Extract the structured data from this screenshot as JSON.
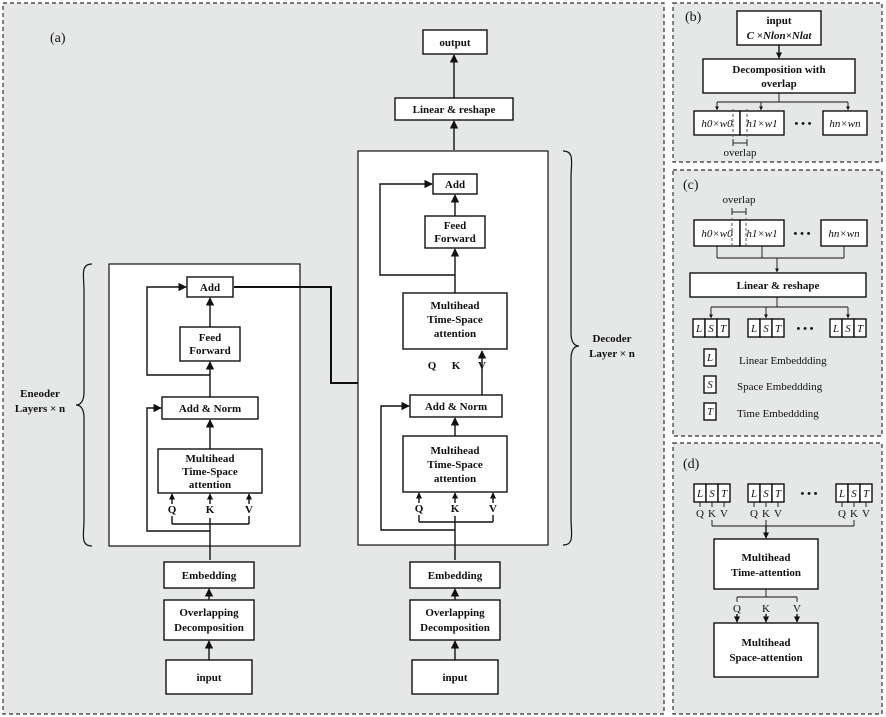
{
  "panel_a": {
    "label": "(a)",
    "output": "output",
    "linear_reshape": "Linear & reshape",
    "encoder_label_1": "Eneoder",
    "encoder_label_2": "Layers × n",
    "decoder_label_1": "Decoder",
    "decoder_label_2": "Layer × n",
    "add": "Add",
    "feed_forward_1": "Feed",
    "feed_forward_2": "Forward",
    "add_norm": "Add & Norm",
    "mh_1": "Multihead",
    "mh_2": "Time-Space",
    "mh_3": "attention",
    "q": "Q",
    "k": "K",
    "v": "V",
    "embedding": "Embedding",
    "overlap_1": "Overlapping",
    "overlap_2": "Decomposition",
    "input": "input"
  },
  "panel_b": {
    "label": "(b)",
    "input_1": "input",
    "input_2": "C ×Nlon×Nlat",
    "decomp_1": "Decomposition with",
    "decomp_2": "overlap",
    "patch_0": "h0×w0",
    "patch_1": "h1×w1",
    "patch_n": "hn×wn",
    "dots": "• • •",
    "overlap": "overlap"
  },
  "panel_c": {
    "label": "(c)",
    "overlap": "overlap",
    "patch_0": "h0×w0",
    "patch_1": "h1×w1",
    "patch_n": "hn×wn",
    "dots": "• • •",
    "linear_reshape": "Linear & reshape",
    "l": "L",
    "s": "S",
    "t": "T",
    "legend_l": "Linear Embeddding",
    "legend_s": "Space Embeddding",
    "legend_t": "Time Embeddding"
  },
  "panel_d": {
    "label": "(d)",
    "l": "L",
    "s": "S",
    "t": "T",
    "q": "Q",
    "k": "K",
    "v": "V",
    "dots": "• • •",
    "time_1": "Multihead",
    "time_2": "Time-attention",
    "space_1": "Multihead",
    "space_2": "Space-attention"
  },
  "colors": {
    "panel_bg": "#e6e8e8",
    "ink": "#111111"
  }
}
